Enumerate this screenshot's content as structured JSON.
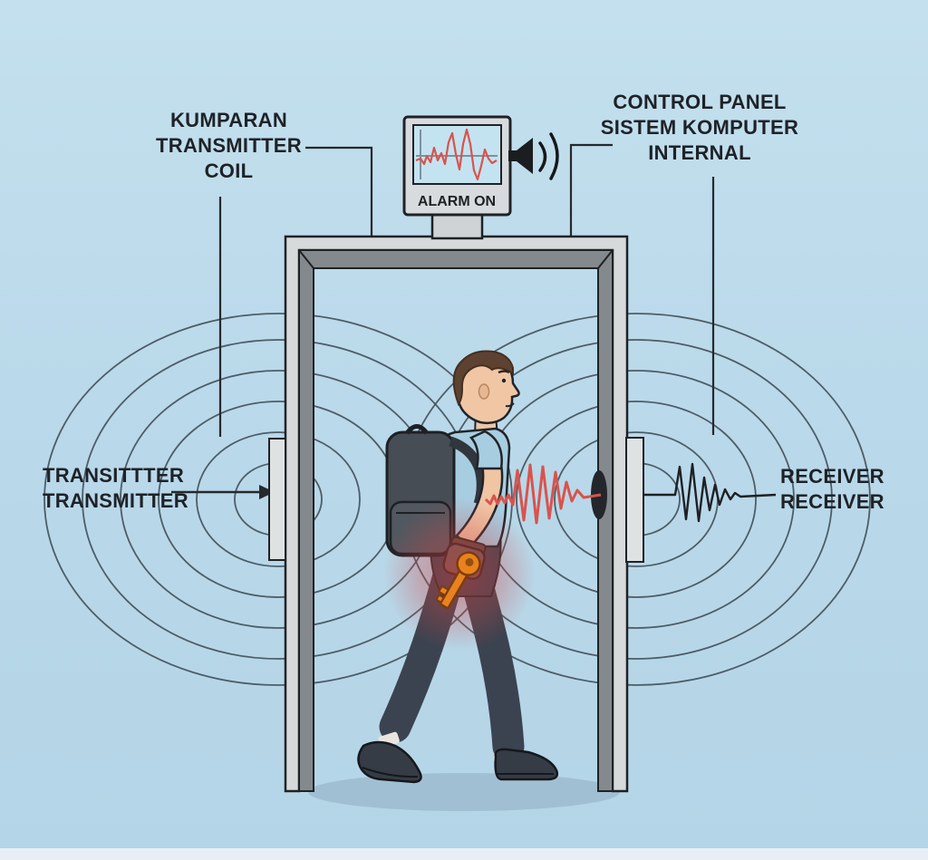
{
  "labels": {
    "transmitter_coil": "KUMPARAN\nTRANSMITTER\nCOIL",
    "control_panel": "CONTROL PANEL\nSISTEM KOMPUTER\nINTERNAL",
    "transmitter": "TRANSITTTER\nTRANSMITTER",
    "receiver": "RECEIVER\nRECEIVER"
  },
  "monitor": {
    "alarm_text": "ALARM ON"
  },
  "colors": {
    "signal_red": "#d9534c",
    "key_orange": "#e8821e",
    "field_line": "#42505a",
    "outline_dark": "#1f2225",
    "background_blue": "#bcdaea"
  },
  "icons": {
    "speaker_horn": "black horn emitting sound",
    "sound_waves": "two curved sound arcs",
    "key": "orange door key (detected metal object)",
    "arrow_right": "black arrow pointing at transmitter panel"
  }
}
